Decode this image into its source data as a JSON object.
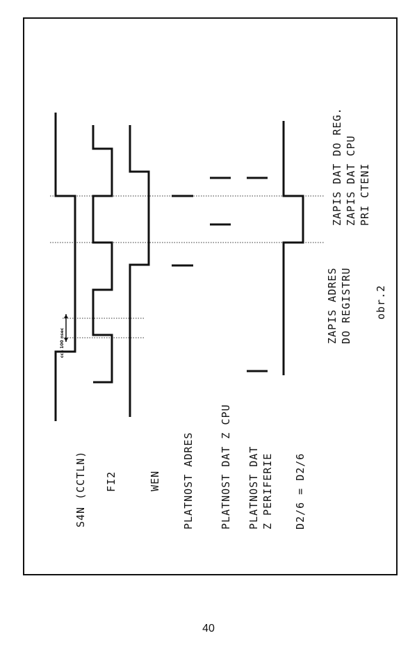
{
  "signals": {
    "s4n": "S4N (CCTLN)",
    "fi2": "FI2",
    "wen": "WEN",
    "platnost_adres": "PLATNOST ADRES",
    "platnost_dat_cpu": "PLATNOST DAT Z CPU",
    "platnost_dat_line1": "PLATNOST DAT",
    "platnost_dat_line2": "Z PERIFERIE",
    "d26": "D2/6 = D2/6"
  },
  "annotations": {
    "zapis_adres_line1": "ZAPIS ADRES",
    "zapis_adres_line2": "DO REGISTRU",
    "zapis_dat_reg_line1": "ZAPIS DAT DO REG.",
    "zapis_dat_reg_line2": "ZAPIS DAT CPU",
    "zapis_dat_reg_line3": "PRI CTENI",
    "timing": "cca 100 nsec"
  },
  "figure_label": "obr.2",
  "page_number": "40"
}
